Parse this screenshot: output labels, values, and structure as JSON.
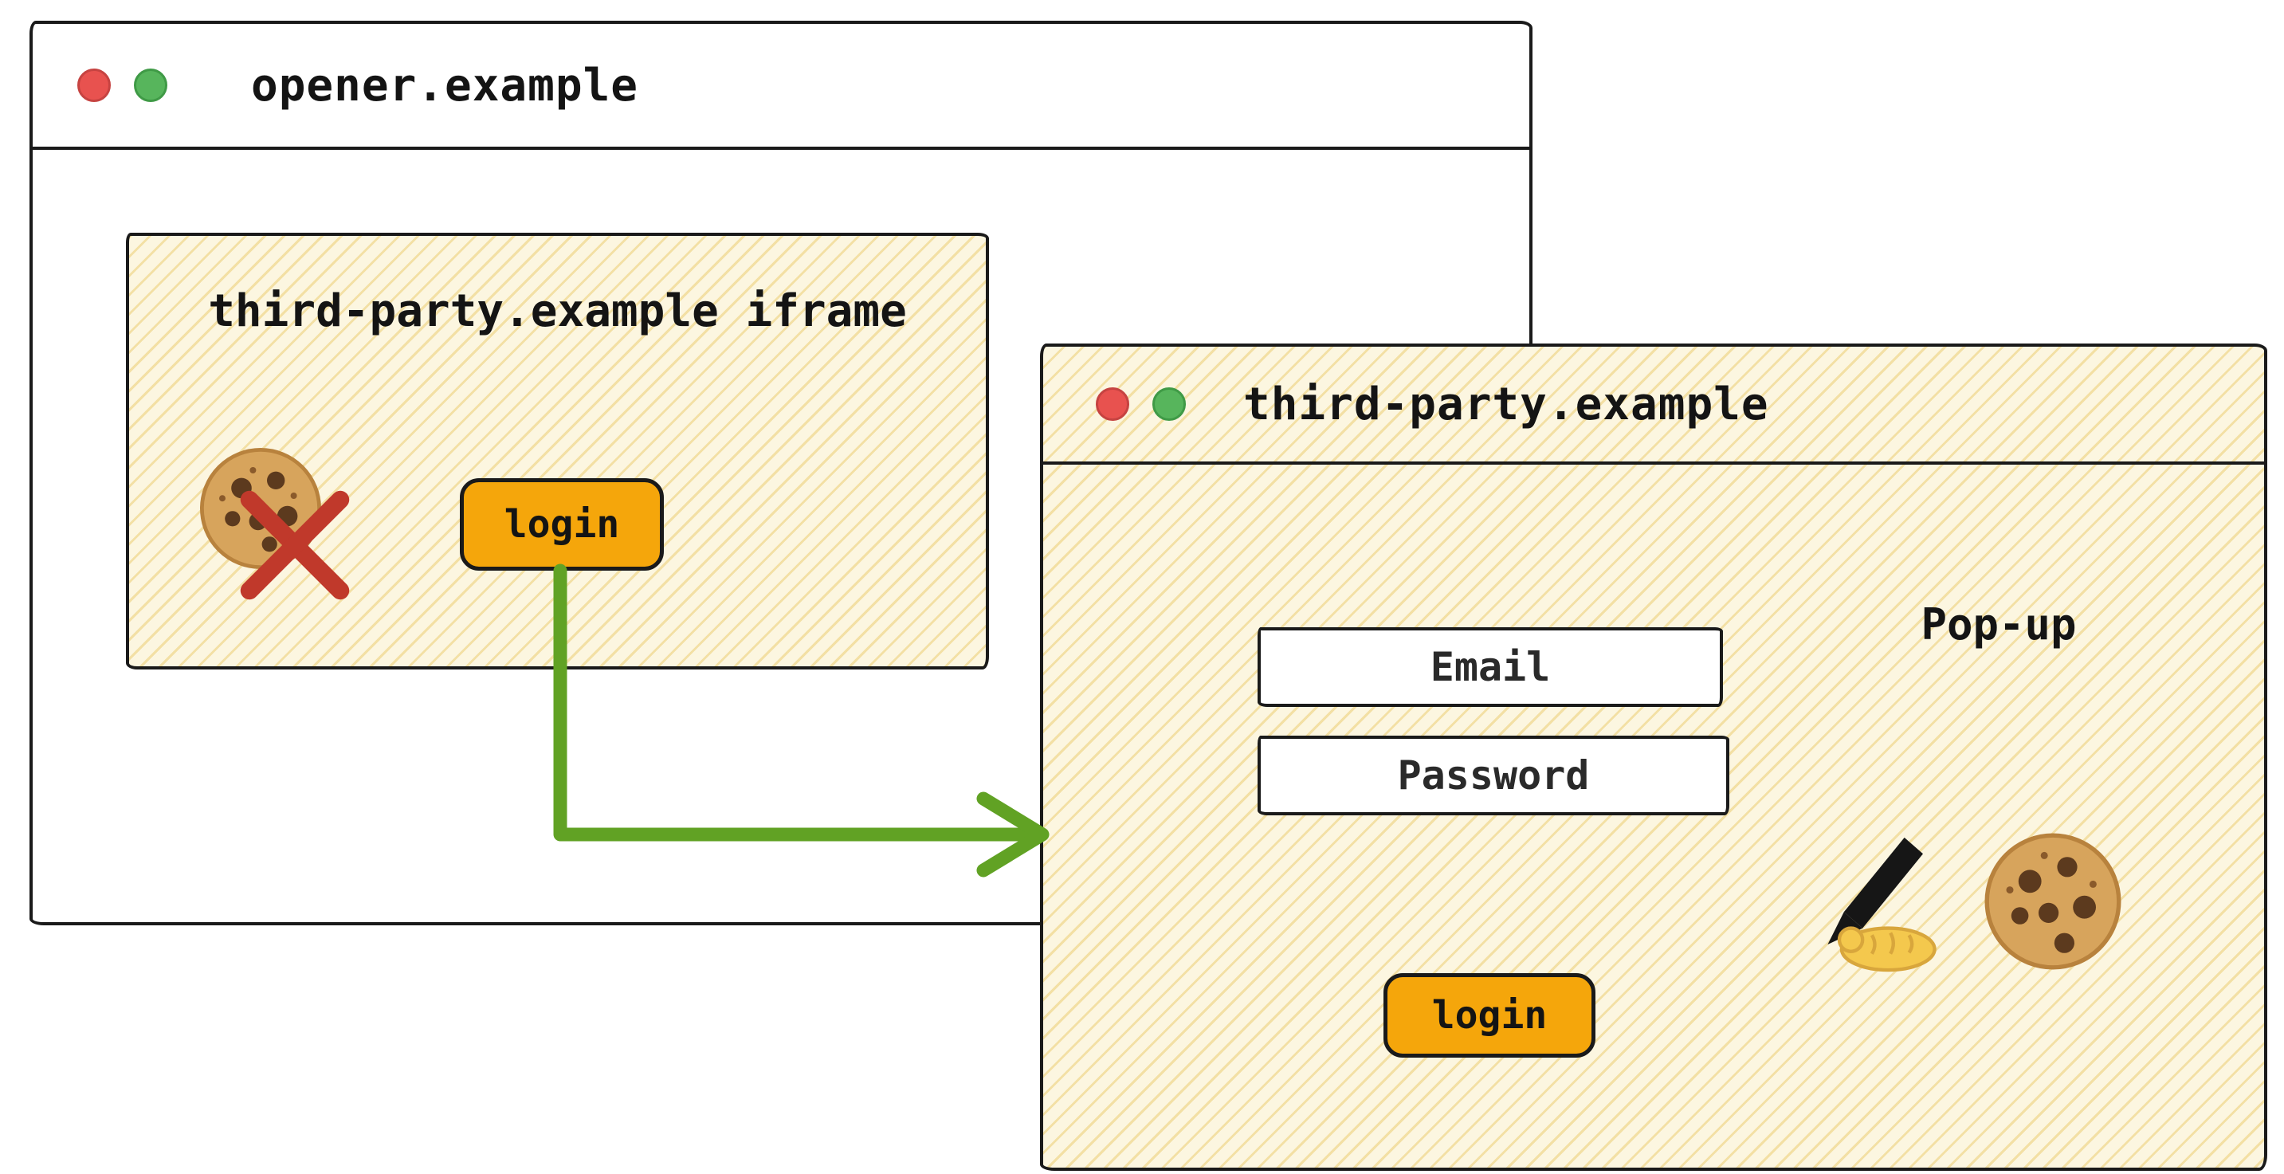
{
  "opener_window": {
    "title": "opener.example",
    "iframe": {
      "label": "third-party.example iframe",
      "login_button_label": "login"
    }
  },
  "popup_window": {
    "title": "third-party.example",
    "popup_label": "Pop-up",
    "email_field_label": "Email",
    "password_field_label": "Password",
    "login_button_label": "login"
  },
  "icons": {
    "opener_traffic_lights": [
      "red-close-dot",
      "green-dot"
    ],
    "popup_traffic_lights": [
      "red-close-dot",
      "green-dot"
    ],
    "blocked_cookie": "cookie-with-red-cross-icon",
    "signing": "writing-hand-icon",
    "cookie": "cookie-icon",
    "flow_arrow": "green-elbow-arrow"
  },
  "colors": {
    "button_orange": "#F5A60B",
    "arrow_green": "#61A224",
    "cross_red": "#C0392B",
    "traffic_red": "#E8524F",
    "traffic_green": "#57B55C",
    "panel_cream": "#FCF6E0",
    "border_ink": "#1A1A1A"
  }
}
